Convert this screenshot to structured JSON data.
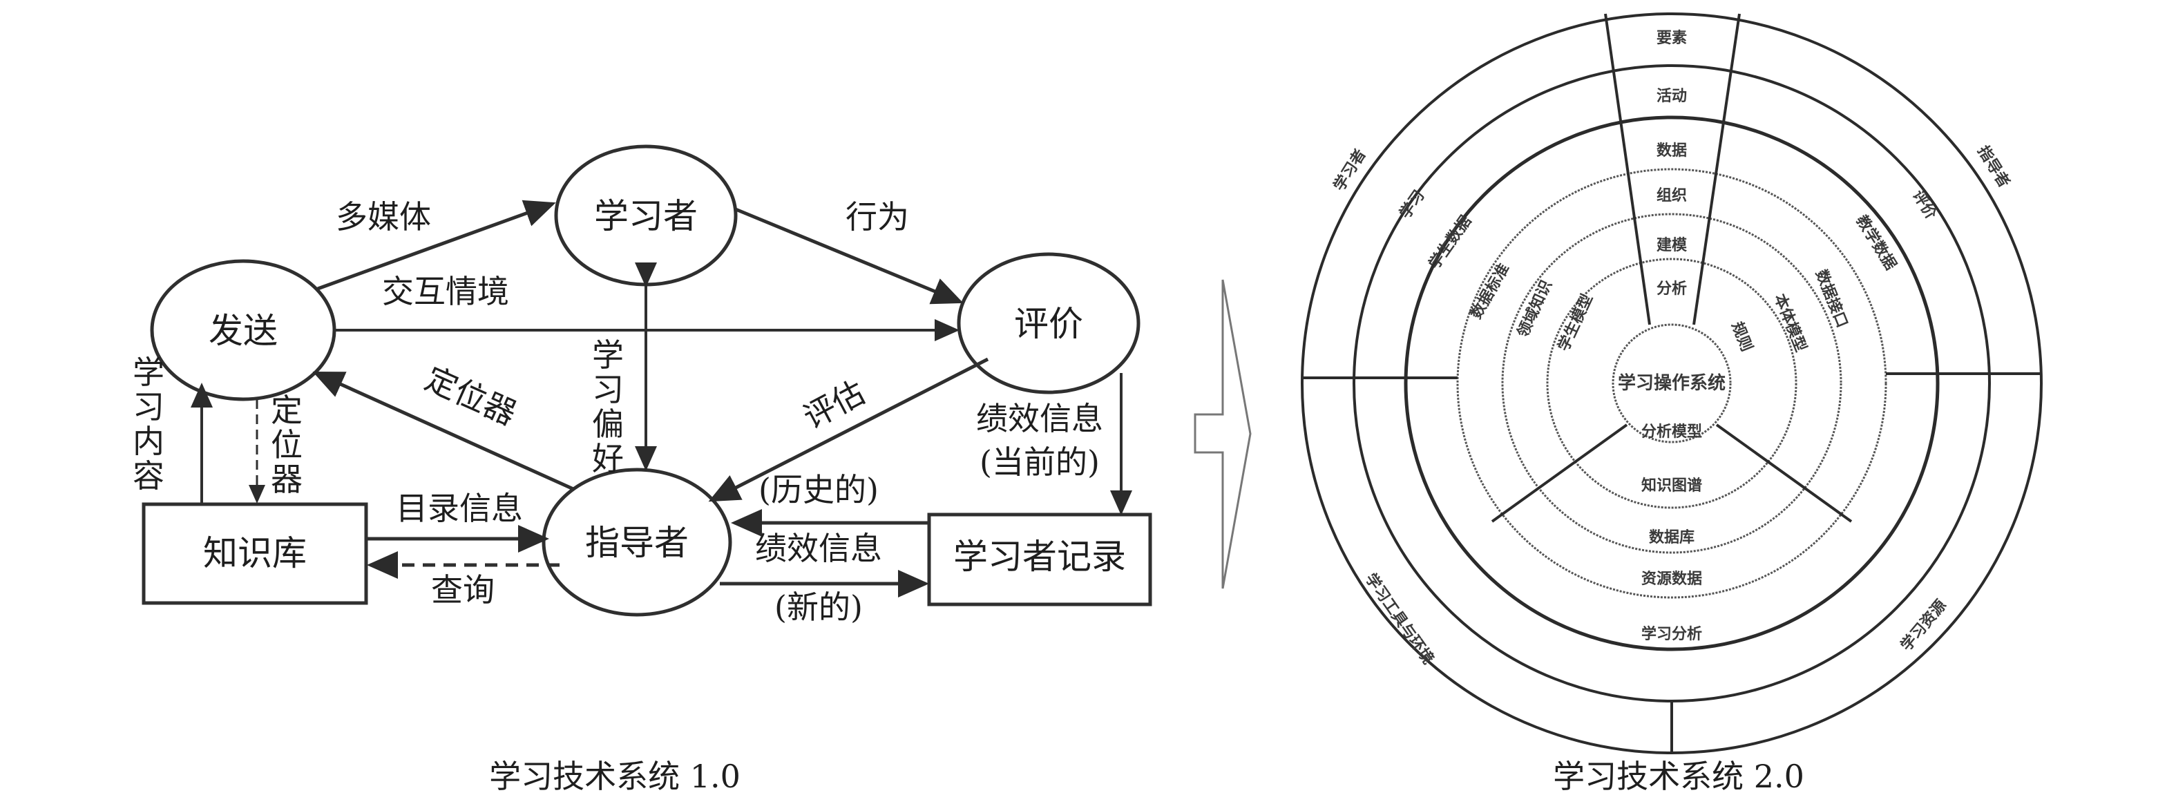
{
  "left_diagram": {
    "caption": "学习技术系统 1.0",
    "nodes": {
      "delivery": "发送",
      "learner": "学习者",
      "evaluation": "评价",
      "coach": "指导者",
      "knowledge_base": "知识库",
      "learner_records": "学习者记录"
    },
    "edges": {
      "multimedia": "多媒体",
      "behavior": "行为",
      "interaction_context": "交互情境",
      "learning_content": [
        "学",
        "习",
        "内",
        "容"
      ],
      "locator_vertical": [
        "定",
        "位",
        "器"
      ],
      "locator_diagonal": "定位器",
      "learning_preference": [
        "学",
        "习",
        "偏",
        "好"
      ],
      "assessment": "评估",
      "perf_current_1": "绩效信息",
      "perf_current_2": "(当前的)",
      "perf_history": "(历史的)",
      "perf_info": "绩效信息",
      "perf_new": "(新的)",
      "catalog_info": "目录信息",
      "query": "查询"
    }
  },
  "transition_arrow": "arrow-right-icon",
  "right_diagram": {
    "caption": "学习技术系统 2.0",
    "center": "学习操作系统",
    "top_column": [
      "要素",
      "活动",
      "数据",
      "组织",
      "建模",
      "分析"
    ],
    "bottom_column": [
      "分析模型",
      "知识图谱",
      "数据库",
      "资源数据",
      "学习分析"
    ],
    "left_upper": [
      "学习者",
      "学习",
      "学生数据",
      "数据标准",
      "领域知识",
      "学生模型"
    ],
    "right_upper": [
      "指导者",
      "评价",
      "教学数据",
      "数据接口",
      "本体模型",
      "规则"
    ],
    "left_lower": [
      "学习工具与环境"
    ],
    "right_lower": [
      "学习资源"
    ]
  }
}
